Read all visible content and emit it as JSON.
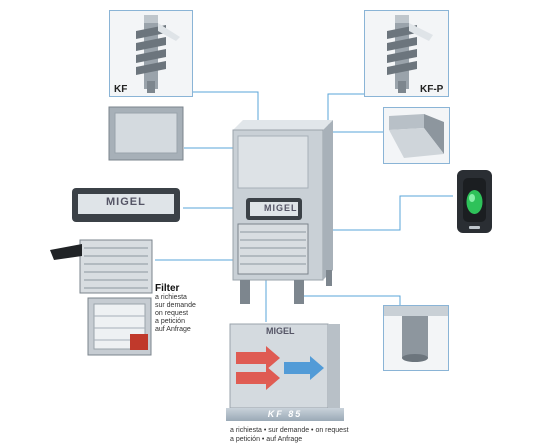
{
  "panels": {
    "kf_label": "KF",
    "kfp_label": "KF-P"
  },
  "door_badge": {
    "brand": "MIGEL"
  },
  "machine": {
    "brand": "MIGEL"
  },
  "filter": {
    "title": "Filter",
    "lines": [
      "a richiesta",
      "sur demande",
      "on request",
      "a petición",
      "auf Anfrage"
    ]
  },
  "kf85": {
    "brand": "MIGEL",
    "model": "KF 85",
    "footer_line1": "a richiesta • sur demande • on request",
    "footer_line2": "a petición • auf Anfrage"
  },
  "colors": {
    "connector": "#5aa4d8",
    "frame": "#8ab4d6",
    "steel": "#c9d0d6",
    "switch_green": "#2ec25a"
  }
}
